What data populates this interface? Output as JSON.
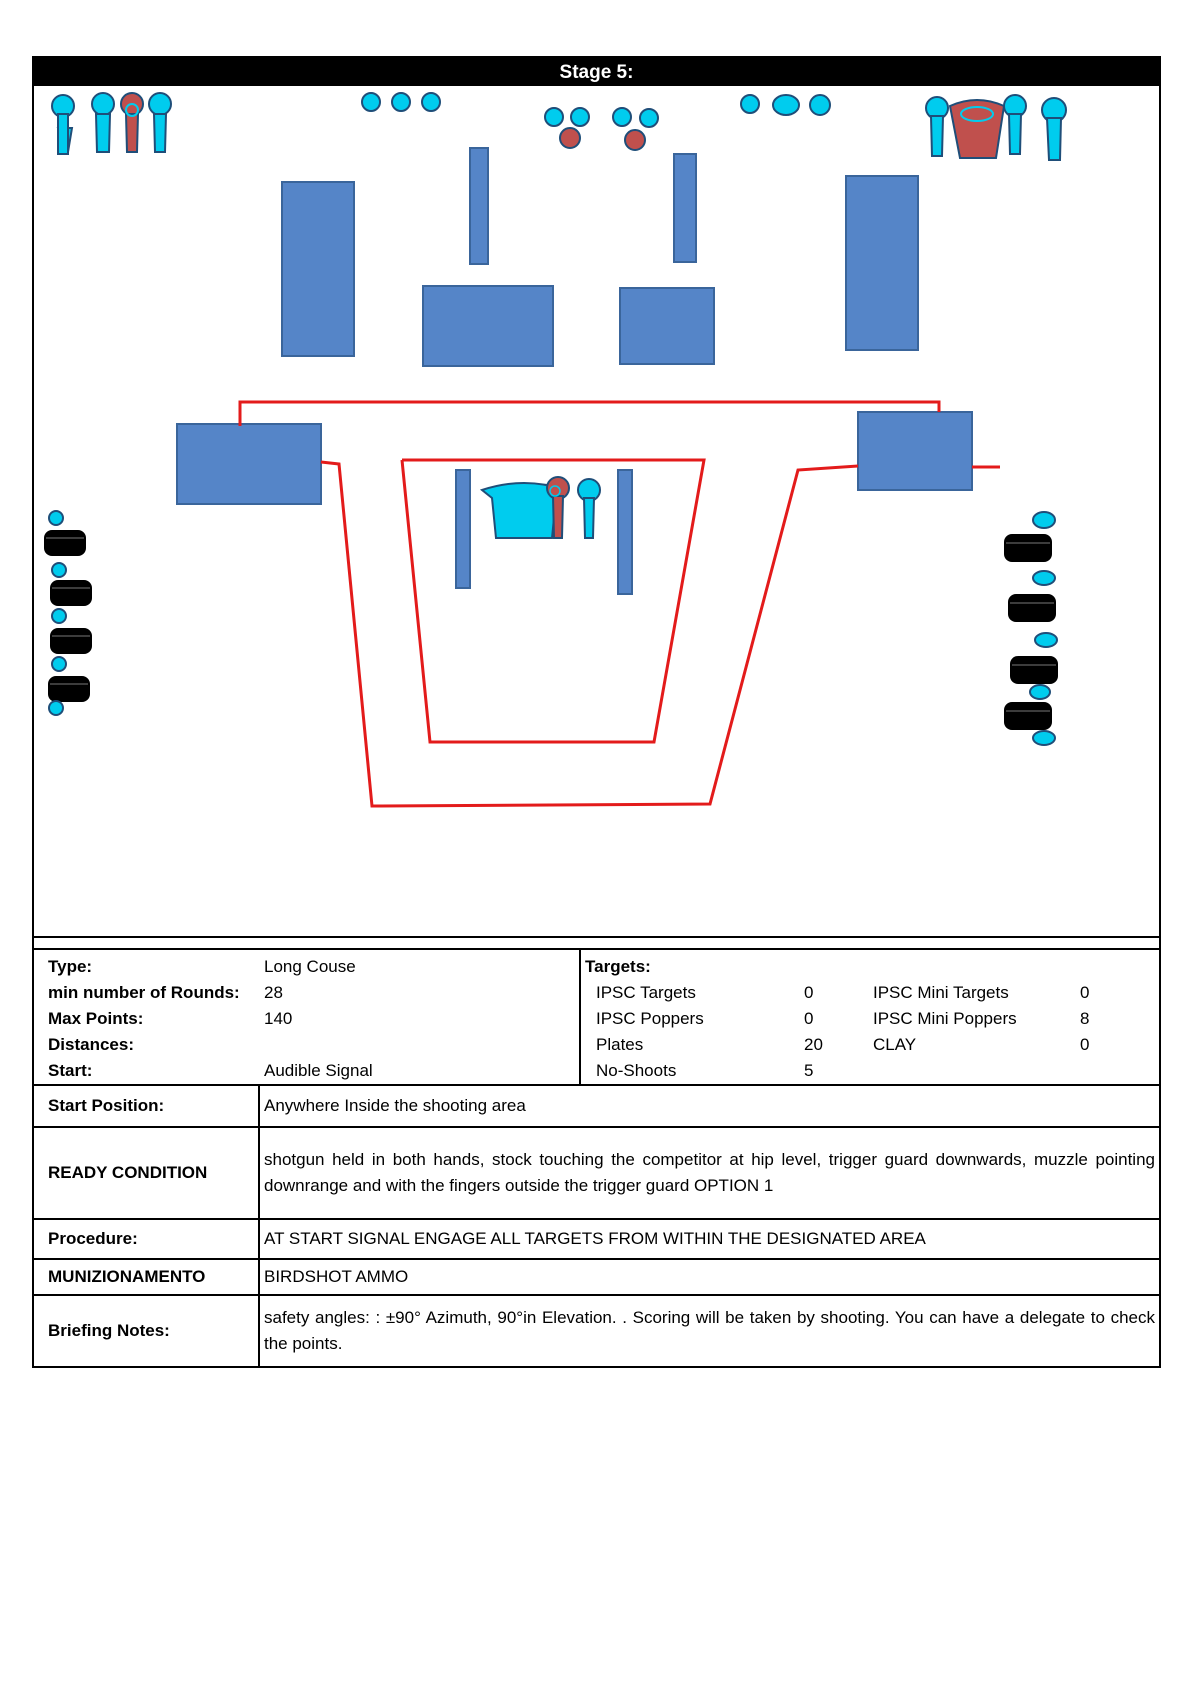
{
  "stage": {
    "title": "Stage 5:"
  },
  "info": {
    "rows": [
      {
        "key": "Type:",
        "value": "Long Couse"
      },
      {
        "key": "min number of Rounds:",
        "value": "28"
      },
      {
        "key": "Max Points:",
        "value": "140"
      },
      {
        "key": "Distances:",
        "value": ""
      },
      {
        "key": "Start:",
        "value": "Audible Signal"
      }
    ],
    "targets_title": "Targets:",
    "targets": [
      {
        "name1": "IPSC Targets",
        "count1": "0",
        "name2": "IPSC Mini Targets",
        "count2": "0"
      },
      {
        "name1": "IPSC Poppers",
        "count1": "0",
        "name2": "IPSC Mini Poppers",
        "count2": "8"
      },
      {
        "name1": "Plates",
        "count1": "20",
        "name2": "CLAY",
        "count2": "0"
      },
      {
        "name1": "No-Shoots",
        "count1": "5",
        "name2": "",
        "count2": ""
      }
    ]
  },
  "details": {
    "start_position": {
      "label": "Start Position:",
      "value": "Anywhere Inside the shooting area"
    },
    "ready_condition": {
      "label": "READY CONDITION",
      "value": "shotgun held in both hands, stock touching the competitor at hip level, trigger guard  downwards, muzzle pointing downrange and with the fingers outside the trigger guard OPTION 1"
    },
    "procedure": {
      "label": "Procedure:",
      "value": "AT START SIGNAL ENGAGE ALL TARGETS FROM WITHIN THE DESIGNATED AREA"
    },
    "ammo": {
      "label": "MUNIZIONAMENTO",
      "value": "BIRDSHOT AMMO"
    },
    "briefing": {
      "label": "Briefing Notes:",
      "value": "safety angles: : ±90° Azimuth, 90°in Elevation. . Scoring will be taken by shooting. You can have a delegate to check the points."
    }
  },
  "colors": {
    "target_blue": "#00ccee",
    "noshoot_red": "#c0504d",
    "wall_blue": "#4f81bd",
    "fault_line": "#e31b1b"
  }
}
